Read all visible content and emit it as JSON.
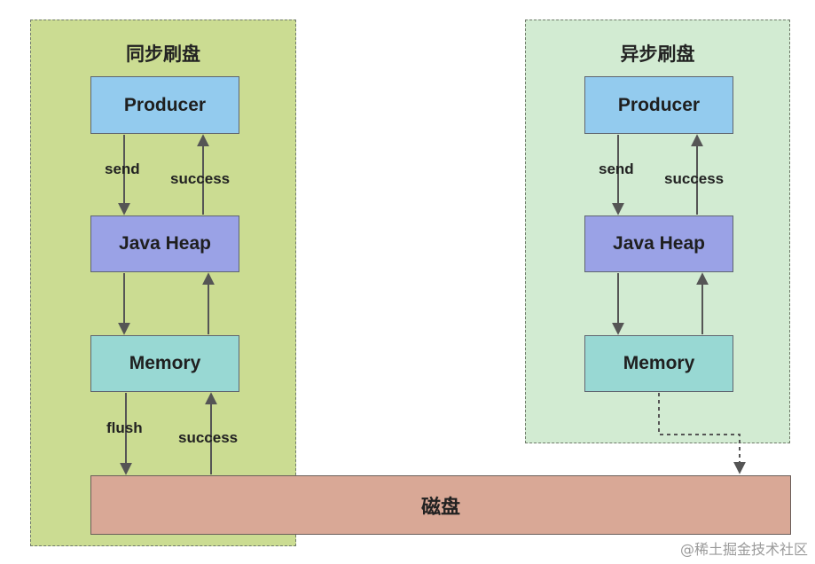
{
  "sync_panel": {
    "title": "同步刷盘",
    "producer": "Producer",
    "java_heap": "Java Heap",
    "memory": "Memory",
    "send_label": "send",
    "success_label_1": "success",
    "flush_label": "flush",
    "success_label_2": "success"
  },
  "async_panel": {
    "title": "异步刷盘",
    "producer": "Producer",
    "java_heap": "Java Heap",
    "memory": "Memory",
    "send_label": "send",
    "success_label": "success"
  },
  "disk": {
    "label": "磁盘"
  },
  "watermark": "@稀土掘金技术社区",
  "colors": {
    "sync_panel_bg": "#cbdc92",
    "async_panel_bg": "#d2ebd2",
    "producer": "#93cbee",
    "java_heap": "#9aa2e6",
    "memory": "#98d8d3",
    "disk": "#d9a896"
  }
}
